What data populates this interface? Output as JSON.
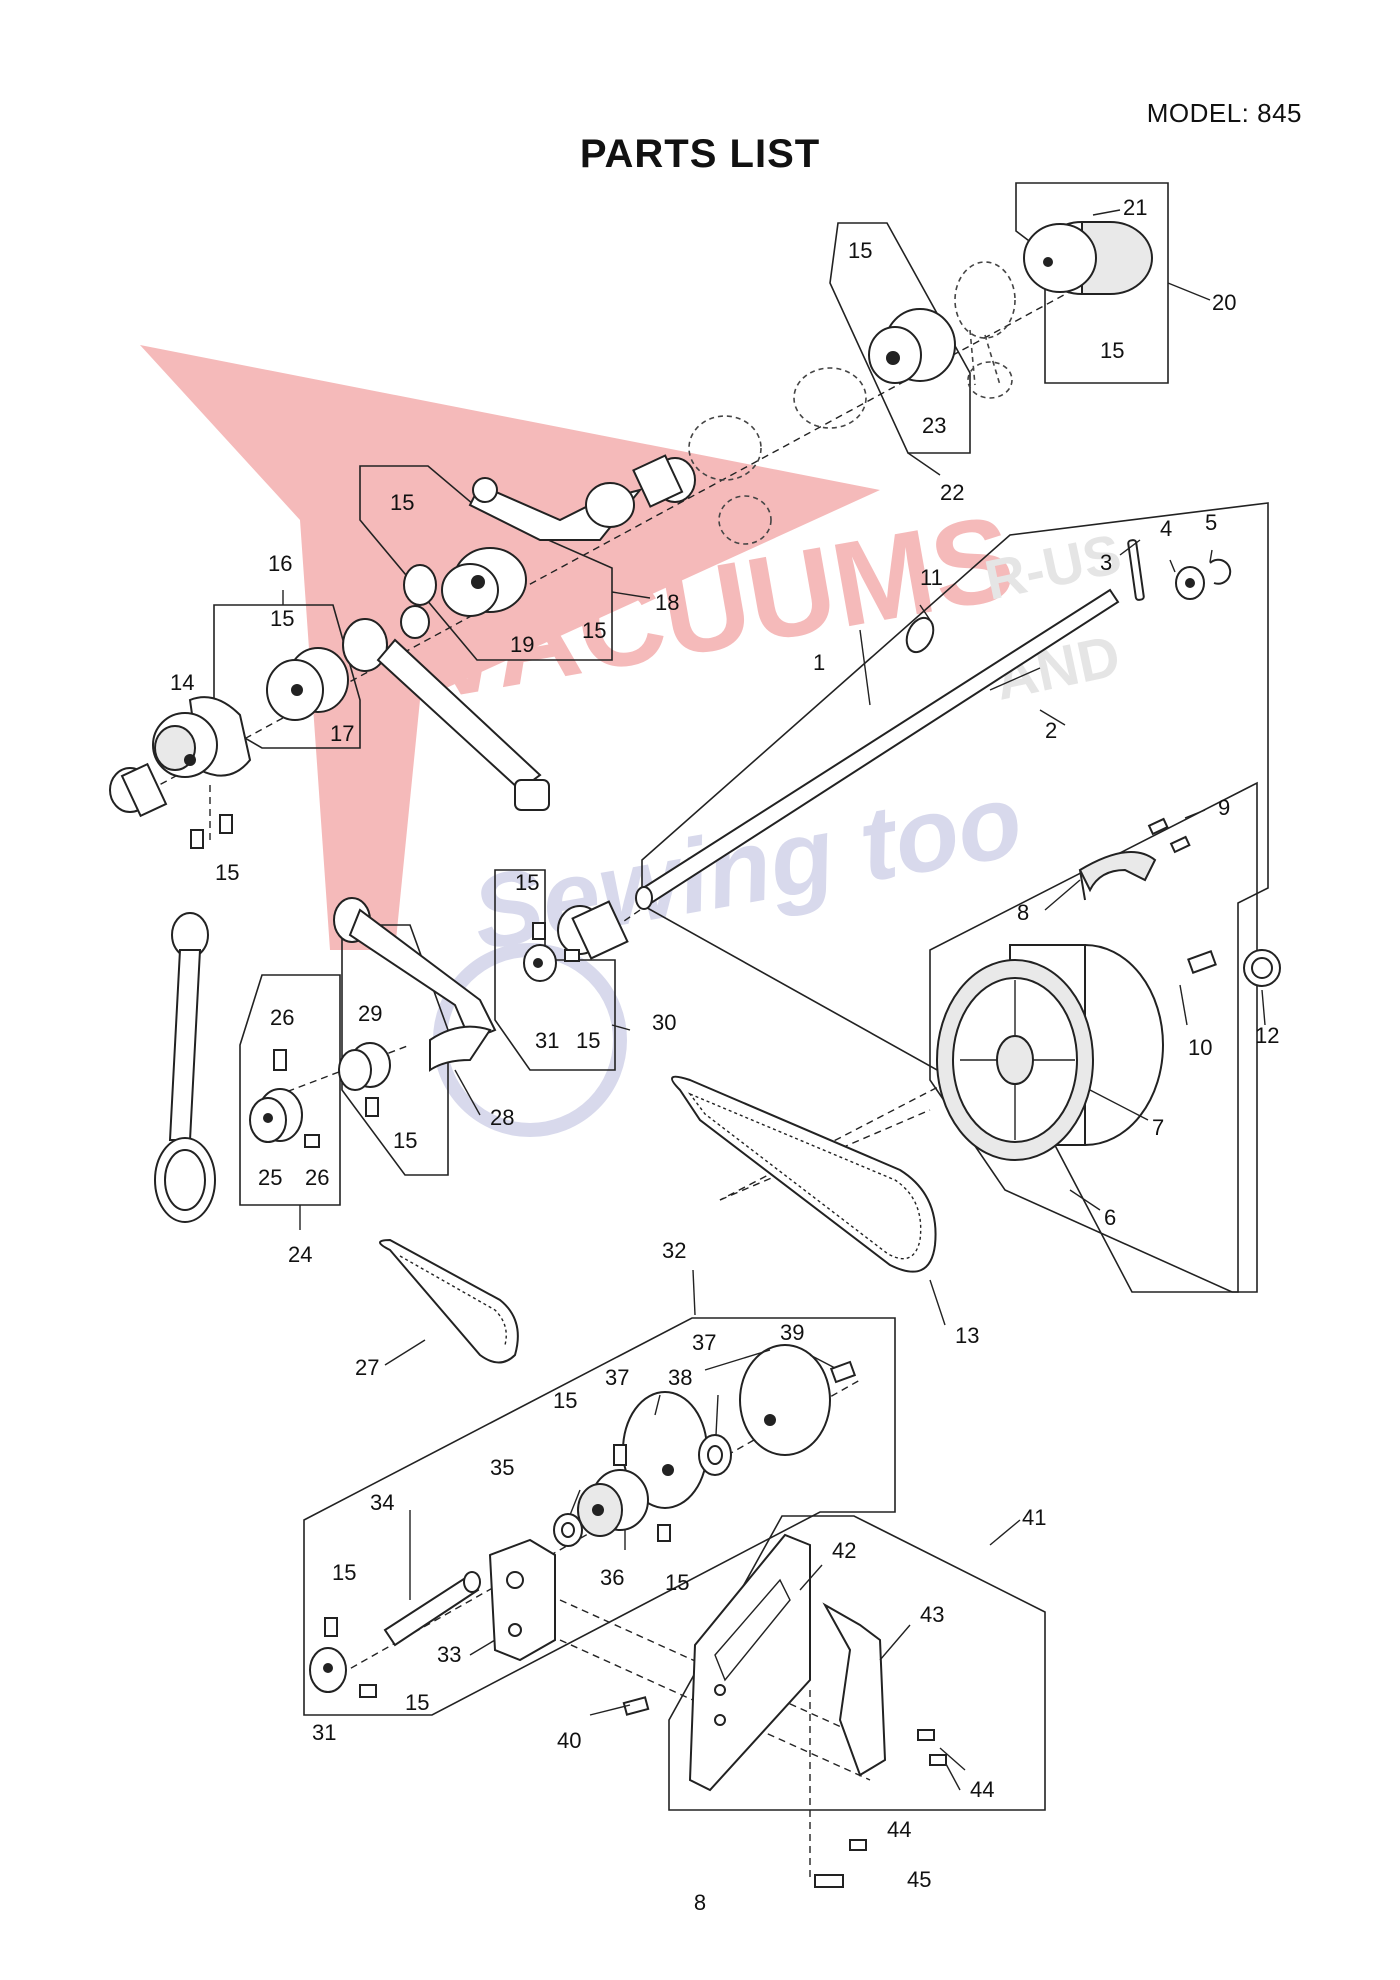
{
  "header": {
    "model": "MODEL: 845",
    "title": "PARTS LIST"
  },
  "footer": {
    "page_number": "8"
  },
  "watermark": {
    "line1": "VACUUMS",
    "line2": "R-US",
    "line3": "AND",
    "line4": "Sewing too"
  },
  "colors": {
    "watermark_red": "#e23b3b",
    "watermark_blue": "#8f93c9",
    "watermark_gray": "#b5b5b5",
    "line": "#222222"
  },
  "callouts": [
    "1",
    "2",
    "3",
    "4",
    "5",
    "6",
    "7",
    "8",
    "9",
    "10",
    "11",
    "12",
    "13",
    "14",
    "15",
    "16",
    "17",
    "18",
    "19",
    "20",
    "21",
    "22",
    "23",
    "24",
    "25",
    "26",
    "27",
    "28",
    "29",
    "30",
    "31",
    "32",
    "33",
    "34",
    "35",
    "36",
    "37",
    "38",
    "39",
    "40",
    "41",
    "42",
    "43",
    "44",
    "45"
  ]
}
